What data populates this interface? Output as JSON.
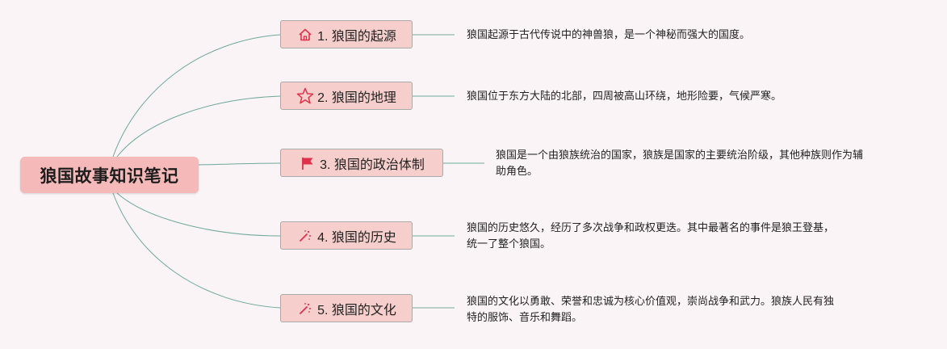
{
  "root": {
    "title": "狼国故事知识笔记"
  },
  "topics": [
    {
      "label": "1. 狼国的起源",
      "icon": "home-icon",
      "note": "狼国起源于古代传说中的神兽狼，是一个神秘而强大的国度。"
    },
    {
      "label": "2. 狼国的地理",
      "icon": "star-icon",
      "note": "狼国位于东方大陆的北部，四周被高山环绕，地形险要，气候严寒。"
    },
    {
      "label": "3. 狼国的政治体制",
      "icon": "flag-icon",
      "note_lines": [
        "狼国是一个由狼族统治的国家，狼族是国家的主要统治阶级，其他种族则作为辅",
        "助角色。"
      ]
    },
    {
      "label": "4. 狼国的历史",
      "icon": "magic-wand-icon",
      "note_lines": [
        "狼国的历史悠久，经历了多次战争和政权更迭。其中最著名的事件是狼王登基，",
        "统一了整个狼国。"
      ]
    },
    {
      "label": "5. 狼国的文化",
      "icon": "magic-wand-icon",
      "note_lines": [
        "狼国的文化以勇敢、荣誉和忠诚为核心价值观，崇尚战争和武力。狼族人民有独",
        "特的服饰、音乐和舞蹈。"
      ]
    }
  ],
  "colors": {
    "root_bg": "#f4b9b8",
    "topic_bg": "#f6cfcc",
    "connector": "#6fa89a",
    "icon": "#e0304a"
  }
}
